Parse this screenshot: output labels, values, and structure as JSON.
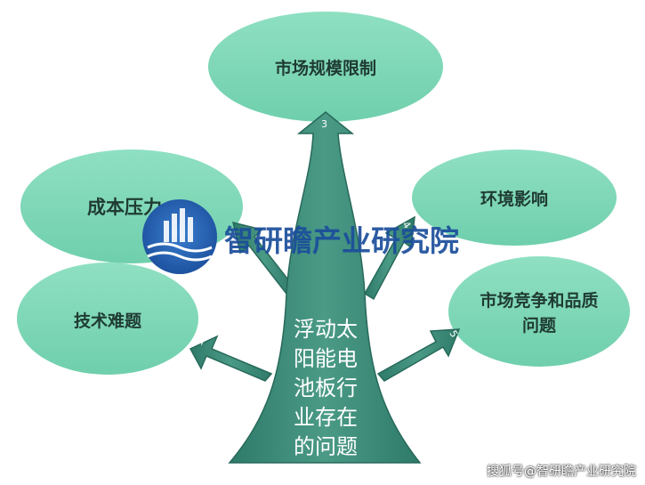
{
  "center": {
    "lines": [
      "浮动太",
      "阳能电",
      "池板行",
      "业存在",
      "的问题"
    ]
  },
  "bubbles": {
    "market_scale": "市场规模限制",
    "cost": "成本压力",
    "environment": "环境影响",
    "tech": "技术难题",
    "competition": [
      "市场竞争和品质",
      "问题"
    ]
  },
  "branch_numbers": {
    "b1": "1",
    "b3": "3",
    "b4": "4",
    "b5": "5"
  },
  "logo": {
    "text": "智研瞻产业研究院"
  },
  "watermark": {
    "text": "搜狐号@智研瞻产业研究院"
  },
  "colors": {
    "bubble": "#7fd8b6",
    "trunk": "#3c8a78",
    "logo_blue": "#1b4e9b"
  }
}
